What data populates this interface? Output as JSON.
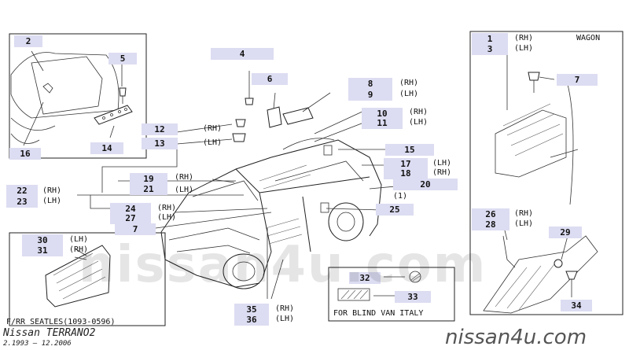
{
  "callouts": {
    "c1": "1",
    "c2": "2",
    "c3": "3",
    "c4": "4",
    "c5": "5",
    "c6": "6",
    "c7a": "7",
    "c7b": "7",
    "c8": "8",
    "c9": "9",
    "c10": "10",
    "c11": "11",
    "c12": "12",
    "c13": "13",
    "c14": "14",
    "c15": "15",
    "c16": "16",
    "c17": "17",
    "c18": "18",
    "c19": "19",
    "c20": "20",
    "c21": "21",
    "c22": "22",
    "c23": "23",
    "c24": "24",
    "c25": "25",
    "c26": "26",
    "c27": "27",
    "c28": "28",
    "c29": "29",
    "c30": "30",
    "c31": "31",
    "c32": "32",
    "c33": "33",
    "c34": "34",
    "c35": "35",
    "c36": "36"
  },
  "sides": {
    "rh": "(RH)",
    "lh": "(LH)"
  },
  "labels": {
    "wagon": "WAGON",
    "group_1": "(1)",
    "seatles_caption": "F/RR SEATLES(1093-0596)",
    "blind_van_caption": "FOR BLIND VAN ITALY"
  },
  "footer": {
    "model": "Nissan TERRANO2",
    "years": "2.1993 — 12.2006",
    "site": "nissan4u.com"
  },
  "watermark": "nissan4u.com",
  "colors": {
    "callout_bg": "#dcdcf2",
    "ink": "#222222"
  }
}
